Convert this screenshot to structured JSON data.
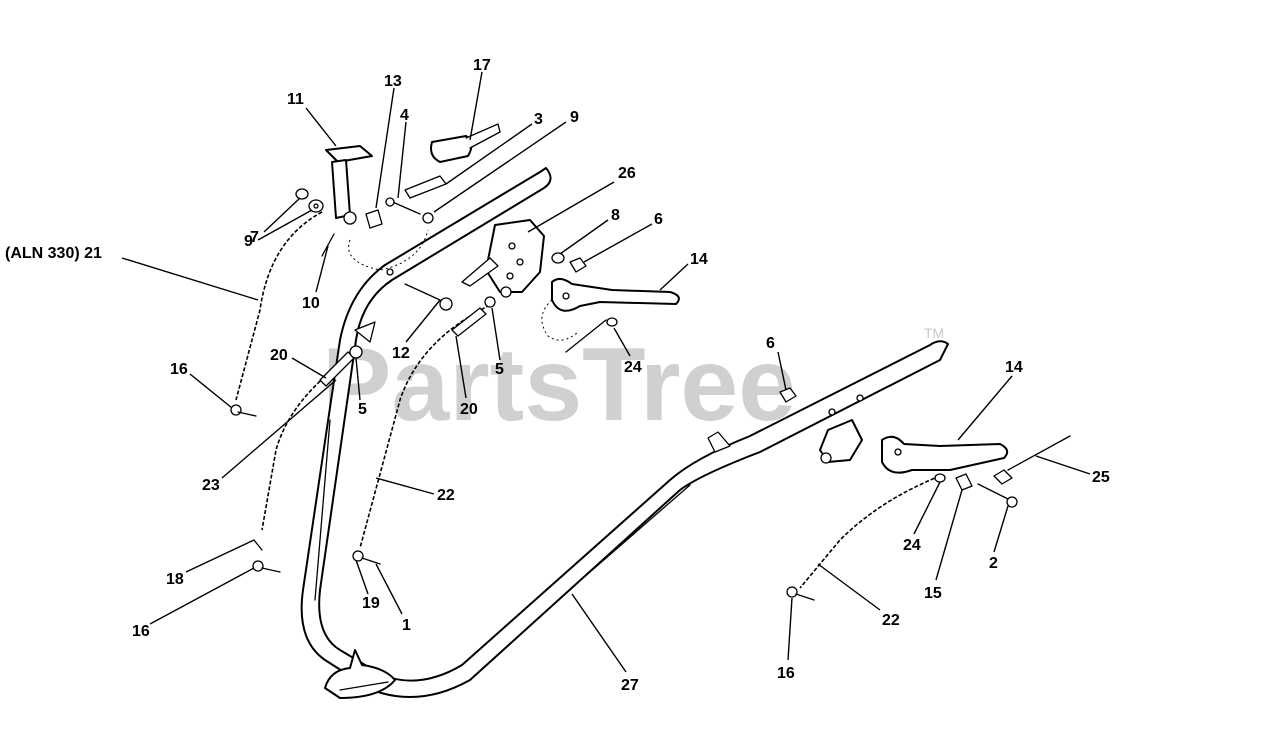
{
  "watermark": {
    "text": "PartsTree",
    "trademark": "TM"
  },
  "callouts": [
    {
      "id": "c1",
      "label": "11"
    },
    {
      "id": "c2",
      "label": "13"
    },
    {
      "id": "c3",
      "label": "17"
    },
    {
      "id": "c4",
      "label": "4"
    },
    {
      "id": "c5",
      "label": "3"
    },
    {
      "id": "c6",
      "label": "9"
    },
    {
      "id": "c7",
      "label": "26"
    },
    {
      "id": "c8",
      "label": "8"
    },
    {
      "id": "c9",
      "label": "6"
    },
    {
      "id": "c10",
      "label": "14"
    },
    {
      "id": "c11",
      "label": "7"
    },
    {
      "id": "c12",
      "label": "9"
    },
    {
      "id": "c13",
      "label": "(ALN 330) 21"
    },
    {
      "id": "c14",
      "label": "10"
    },
    {
      "id": "c15",
      "label": "12"
    },
    {
      "id": "c16",
      "label": "5"
    },
    {
      "id": "c17",
      "label": "24"
    },
    {
      "id": "c18",
      "label": "20"
    },
    {
      "id": "c19",
      "label": "5"
    },
    {
      "id": "c20",
      "label": "20"
    },
    {
      "id": "c21",
      "label": "16"
    },
    {
      "id": "c22",
      "label": "6"
    },
    {
      "id": "c23",
      "label": "14"
    },
    {
      "id": "c24",
      "label": "23"
    },
    {
      "id": "c25",
      "label": "22"
    },
    {
      "id": "c26",
      "label": "25"
    },
    {
      "id": "c27",
      "label": "18"
    },
    {
      "id": "c28",
      "label": "24"
    },
    {
      "id": "c29",
      "label": "2"
    },
    {
      "id": "c30",
      "label": "15"
    },
    {
      "id": "c31",
      "label": "16"
    },
    {
      "id": "c32",
      "label": "19"
    },
    {
      "id": "c33",
      "label": "1"
    },
    {
      "id": "c34",
      "label": "22"
    },
    {
      "id": "c35",
      "label": "16"
    },
    {
      "id": "c36",
      "label": "27"
    }
  ]
}
